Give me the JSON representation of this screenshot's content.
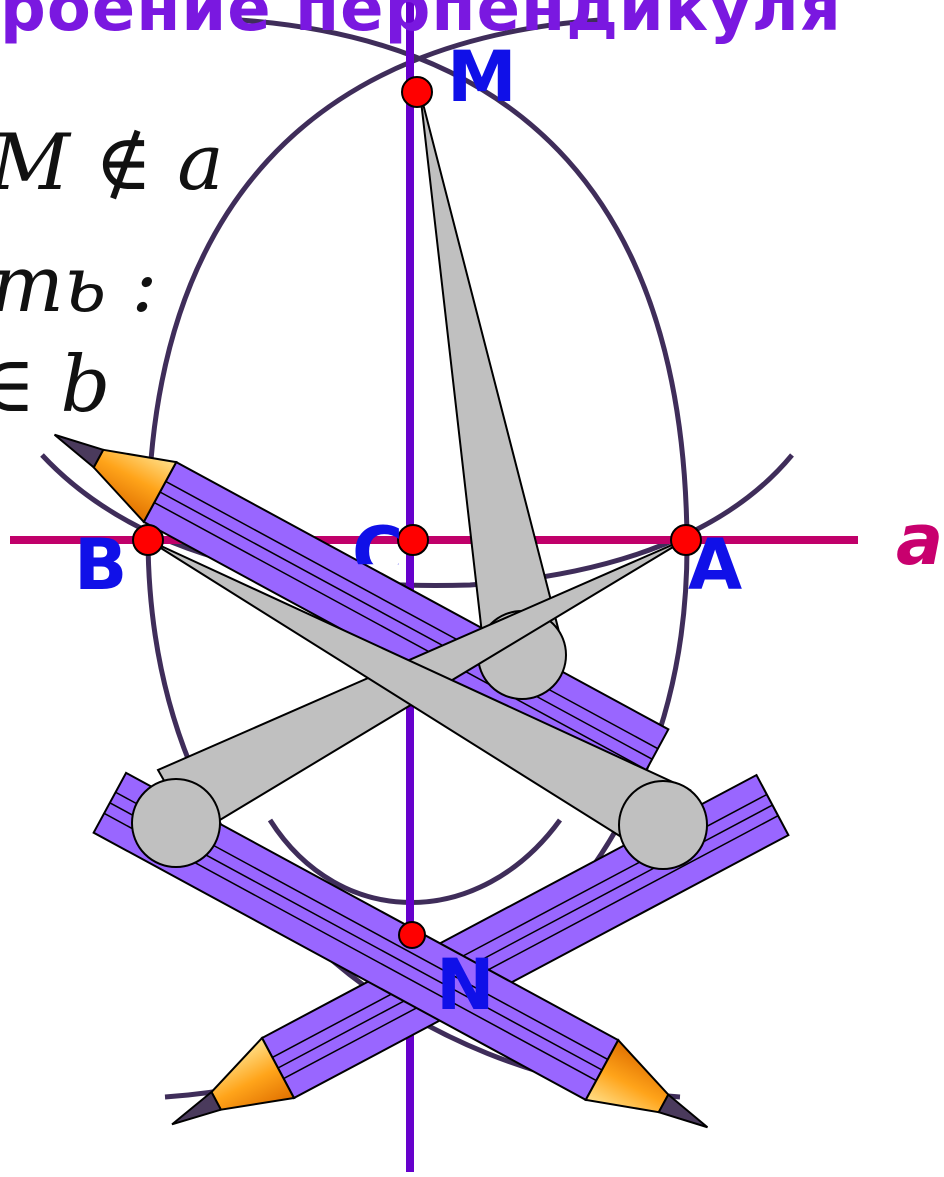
{
  "title": "роение перпендикуля",
  "math": {
    "line1": "M ∉ a",
    "line2": "ть :",
    "line3": "∈ b"
  },
  "labels": {
    "M": "M",
    "B": "B",
    "C": "C",
    "A": "A",
    "N": "N",
    "a": "a"
  },
  "colors": {
    "title": "#7a18e0",
    "line_a": "#c0006a",
    "perpendicular": "#6600cc",
    "arcs": "#3f2d5a",
    "points": "#ff0000",
    "pencil_body": "#9966ff",
    "compass": "#c0c0c0",
    "point_labels": "#1010e8"
  }
}
